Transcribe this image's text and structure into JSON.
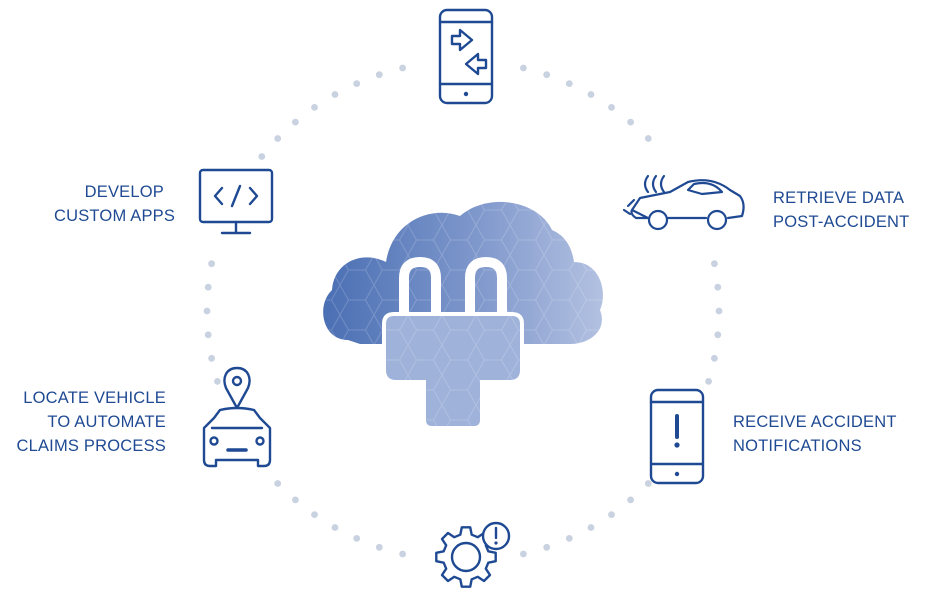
{
  "diagram": {
    "center": {
      "icon": "cloud-plug-icon"
    },
    "nodes": [
      {
        "id": "top",
        "icon": "phone-transfer-icon",
        "lines": []
      },
      {
        "id": "retrieve",
        "icon": "crashed-car-icon",
        "lines": [
          "RETRIEVE DATA",
          "POST-ACCIDENT"
        ]
      },
      {
        "id": "notify",
        "icon": "phone-alert-icon",
        "lines": [
          "RECEIVE ACCIDENT",
          "NOTIFICATIONS"
        ]
      },
      {
        "id": "bottom",
        "icon": "gear-alert-icon",
        "lines": []
      },
      {
        "id": "locate",
        "icon": "car-location-icon",
        "lines": [
          "LOCATE VEHICLE",
          "TO AUTOMATE",
          "CLAIMS PROCESS"
        ]
      },
      {
        "id": "develop",
        "icon": "monitor-code-icon",
        "lines": [
          "DEVELOP",
          "CUSTOM APPS"
        ]
      }
    ],
    "colors": {
      "stroke": "#1f4a93",
      "dots": "#c9d2e0",
      "cloud_dark": "#4a6fb3",
      "cloud_light": "#a9b8dc"
    }
  }
}
